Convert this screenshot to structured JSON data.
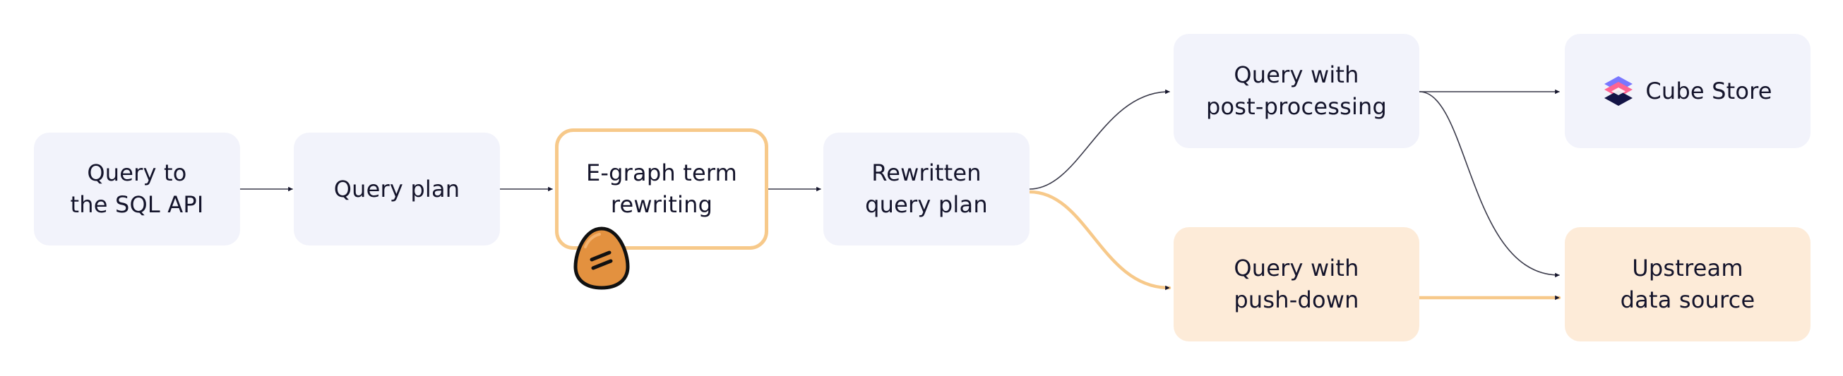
{
  "diagram": {
    "nodes": {
      "query_to_sql_api": "Query to\nthe SQL API",
      "query_plan": "Query plan",
      "egraph_term_rewriting": "E-graph term\nrewriting",
      "rewritten_query_plan": "Rewritten\nquery plan",
      "query_with_post_processing": "Query with\npost-processing",
      "query_with_push_down": "Query with\npush-down",
      "cube_store": "Cube Store",
      "upstream_data_source": "Upstream\ndata source"
    },
    "edges": [
      {
        "from": "Query to the SQL API",
        "to": "Query plan",
        "style": "default"
      },
      {
        "from": "Query plan",
        "to": "E-graph term rewriting",
        "style": "default"
      },
      {
        "from": "E-graph term rewriting",
        "to": "Rewritten query plan",
        "style": "default"
      },
      {
        "from": "Rewritten query plan",
        "to": "Query with post-processing",
        "style": "default"
      },
      {
        "from": "Rewritten query plan",
        "to": "Query with push-down",
        "style": "highlight"
      },
      {
        "from": "Query with post-processing",
        "to": "Cube Store",
        "style": "default"
      },
      {
        "from": "Query with post-processing",
        "to": "Upstream data source",
        "style": "default"
      },
      {
        "from": "Query with push-down",
        "to": "Upstream data source",
        "style": "highlight"
      }
    ],
    "colors": {
      "node_fill": "#f2f3fb",
      "highlight_fill": "#fdebd8",
      "highlight_stroke": "#f7c98a",
      "edge_stroke": "#3a3a4a",
      "arrowhead": "#14142b",
      "text": "#14142b",
      "egg_fill": "#e3913f"
    },
    "icons": {
      "cube_store_logo": "cube-logo-icon",
      "egg": "egg-icon"
    }
  }
}
